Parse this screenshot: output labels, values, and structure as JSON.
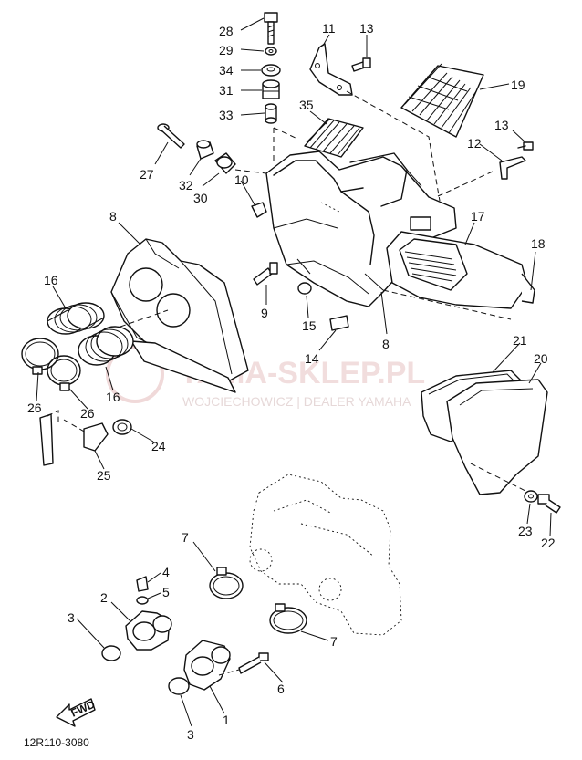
{
  "diagram": {
    "code": "12R110-3080",
    "fwd_label": "FWD",
    "watermark": {
      "brand": "YAMA-SKLEP.PL",
      "dealer": "WOJCIECHOWICZ | DEALER YAMAHA"
    },
    "callouts": [
      "28",
      "29",
      "34",
      "31",
      "33",
      "11",
      "13",
      "35",
      "19",
      "13",
      "12",
      "27",
      "32",
      "30",
      "10",
      "8",
      "17",
      "18",
      "16",
      "9",
      "15",
      "14",
      "8",
      "26",
      "16",
      "21",
      "20",
      "26",
      "24",
      "25",
      "23",
      "22",
      "7",
      "4",
      "2",
      "5",
      "3",
      "7",
      "6",
      "1",
      "3"
    ]
  }
}
